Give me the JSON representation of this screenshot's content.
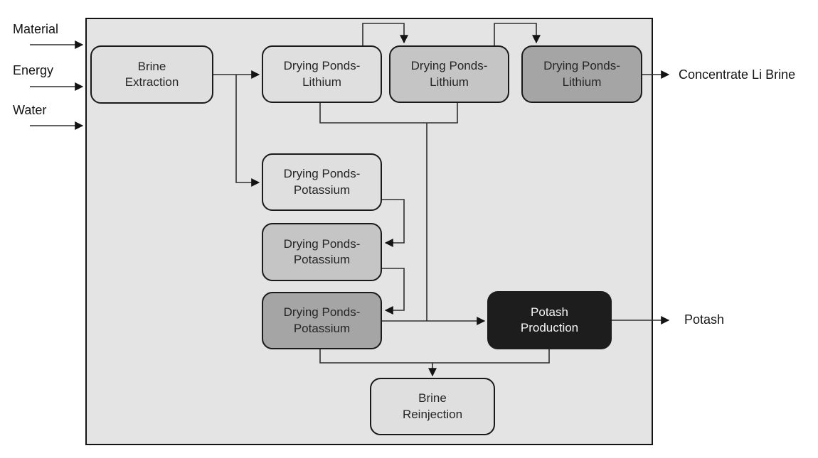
{
  "diagram": {
    "inputs": [
      {
        "label": "Material"
      },
      {
        "label": "Energy"
      },
      {
        "label": "Water"
      }
    ],
    "outputs": [
      {
        "label": "Concentrate Li Brine"
      },
      {
        "label": "Potash"
      }
    ],
    "nodes": [
      {
        "id": "brine-extraction",
        "label": "Brine Extraction",
        "line1": "Brine",
        "line2": "Extraction",
        "shade": "light"
      },
      {
        "id": "drying-ponds-lithium-1",
        "label": "Drying Ponds-Lithium",
        "line1": "Drying Ponds-",
        "line2": "Lithium",
        "shade": "light"
      },
      {
        "id": "drying-ponds-lithium-2",
        "label": "Drying Ponds-Lithium",
        "line1": "Drying Ponds-",
        "line2": "Lithium",
        "shade": "medium"
      },
      {
        "id": "drying-ponds-lithium-3",
        "label": "Drying Ponds-Lithium",
        "line1": "Drying Ponds-",
        "line2": "Lithium",
        "shade": "dark"
      },
      {
        "id": "drying-ponds-potassium-1",
        "label": "Drying Ponds-Potassium",
        "line1": "Drying Ponds-",
        "line2": "Potassium",
        "shade": "light"
      },
      {
        "id": "drying-ponds-potassium-2",
        "label": "Drying Ponds-Potassium",
        "line1": "Drying Ponds-",
        "line2": "Potassium",
        "shade": "medium"
      },
      {
        "id": "drying-ponds-potassium-3",
        "label": "Drying Ponds-Potassium",
        "line1": "Drying Ponds-",
        "line2": "Potassium",
        "shade": "dark"
      },
      {
        "id": "potash-production",
        "label": "Potash Production",
        "line1": "Potash",
        "line2": "Production",
        "shade": "black"
      },
      {
        "id": "brine-reinjection",
        "label": "Brine Reinjection",
        "line1": "Brine",
        "line2": "Reinjection",
        "shade": "light"
      }
    ],
    "colors": {
      "page_background": "#ffffff",
      "boundary_fill": "#e4e4e4",
      "boundary_border": "#141414",
      "shade_light": "#dfdfdf",
      "shade_medium": "#c5c5c5",
      "shade_dark": "#a5a5a5",
      "shade_black": "#1d1d1d",
      "connector_line": "#2e2e2e",
      "text_dark": "#262626",
      "text_light": "#f5f5f5"
    }
  }
}
